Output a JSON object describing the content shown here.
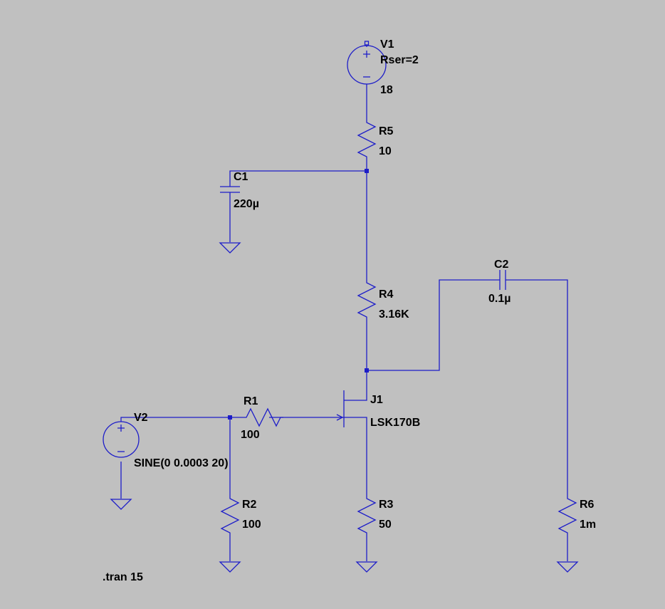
{
  "components": {
    "V1": {
      "name": "V1",
      "param": "Rser=2",
      "value": "18"
    },
    "R5": {
      "name": "R5",
      "value": "10"
    },
    "C1": {
      "name": "C1",
      "value": "220µ"
    },
    "C2": {
      "name": "C2",
      "value": "0.1µ"
    },
    "R4": {
      "name": "R4",
      "value": "3.16K"
    },
    "J1": {
      "name": "J1",
      "value": "LSK170B"
    },
    "V2": {
      "name": "V2",
      "value": "SINE(0 0.0003 20)"
    },
    "R1": {
      "name": "R1",
      "value": "100"
    },
    "R2": {
      "name": "R2",
      "value": "100"
    },
    "R3": {
      "name": "R3",
      "value": "50"
    },
    "R6": {
      "name": "R6",
      "value": "1m"
    }
  },
  "directive": ".tran 15",
  "colors": {
    "background": "#c0c0c0",
    "wire": "#1d1dc8",
    "text": "#000000"
  }
}
